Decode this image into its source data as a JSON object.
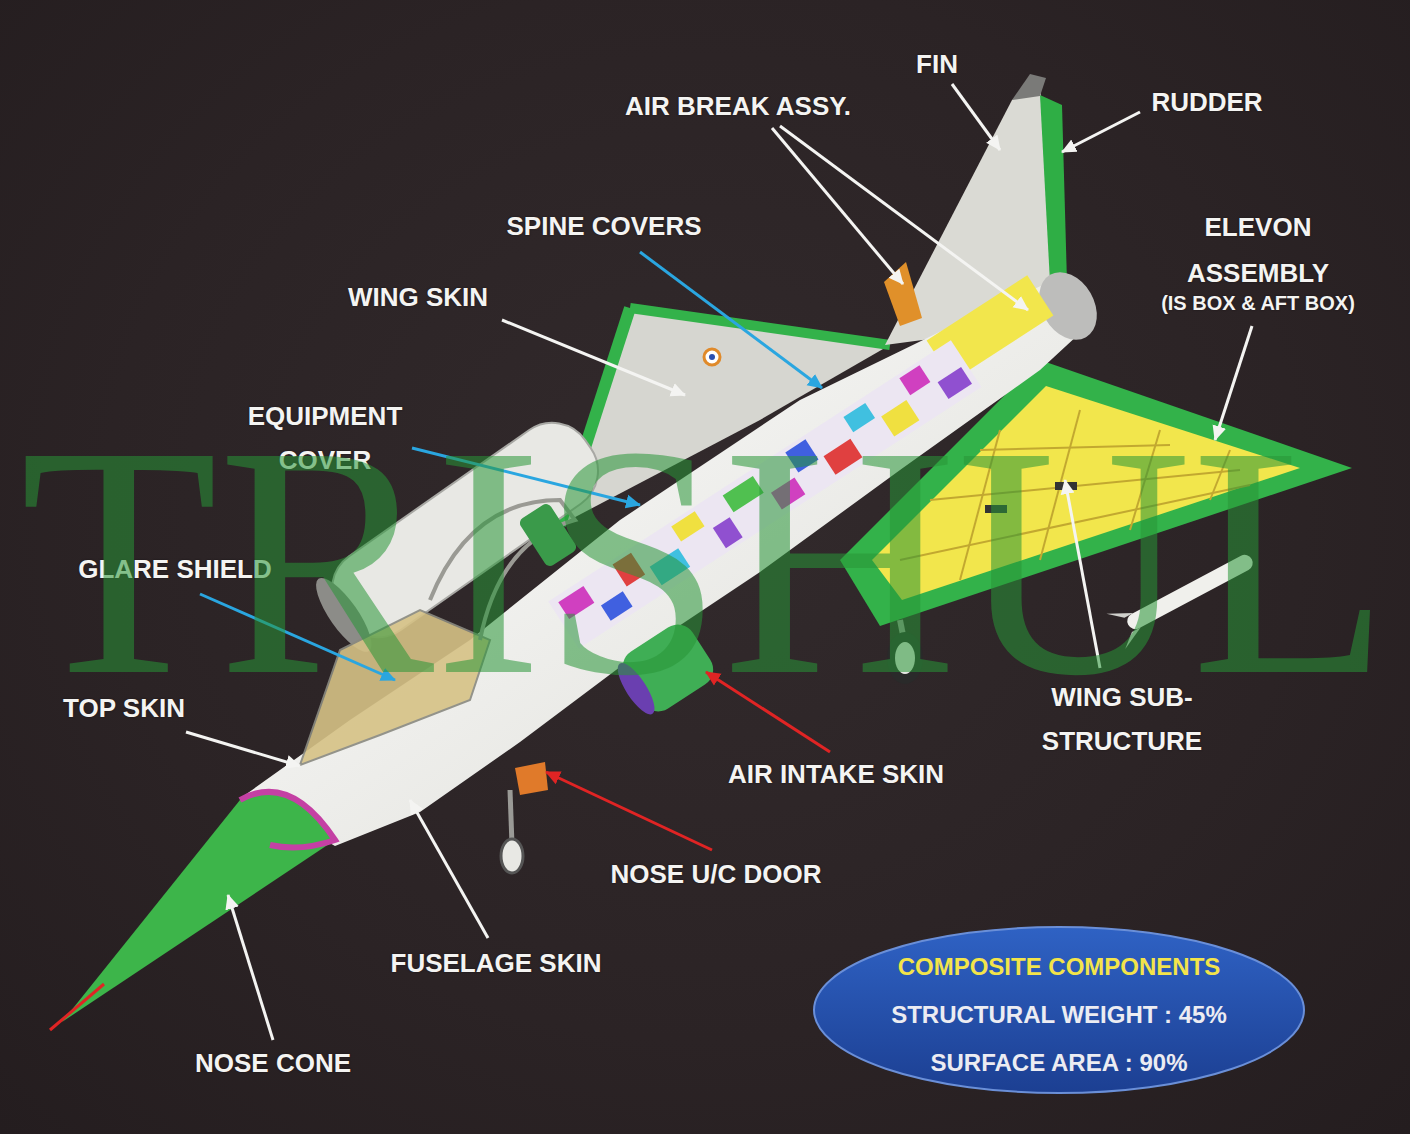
{
  "diagram": {
    "nodes": [
      {
        "text": [
          "COMPOSITE COMPONENTS",
          "STRUCTURAL WEIGHT : 45%",
          "SURFACE AREA : 90%"
        ]
      }
    ],
    "labels": [
      "FIN",
      "AIR BREAK ASSY.",
      "RUDDER",
      "SPINE COVERS",
      "ELEVON ASSEMBLY",
      "(IS BOX & AFT BOX)",
      "WING SKIN",
      "EQUIPMENT COVER",
      "GLARE SHIELD",
      "TOP SKIN",
      "WING SUB-STRUCTURE",
      "AIR INTAKE SKIN",
      "NOSE U/C DOOR",
      "FUSELAGE SKIN",
      "NOSE CONE",
      "TRISHUL"
    ]
  }
}
